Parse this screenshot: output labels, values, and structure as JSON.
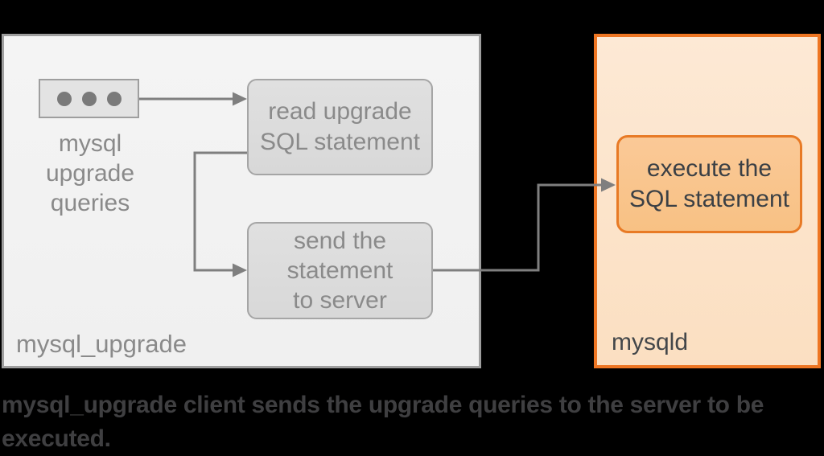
{
  "colors": {
    "background": "#000000",
    "client_container_fill": "#f2f2f2",
    "client_container_border": "#9e9e9e",
    "gray_node_fill": "#dcdcdc",
    "gray_node_border": "#a5a5a5",
    "server_container_fill": "#fce4cb",
    "accent_orange_border": "#ee7623",
    "execute_node_fill": "#f9c48d",
    "arrow_gray": "#7f7f7f",
    "text_gray": "#8a8a8a",
    "text_dark": "#3b4045",
    "caption_text": "#3f3f41"
  },
  "diagram": {
    "client": {
      "label": "mysql_upgrade",
      "queries_label": "mysql\nupgrade\nqueries",
      "read_node_label": "read upgrade\nSQL statement",
      "send_node_label": "send the\nstatement\nto server"
    },
    "server": {
      "label": "mysqld",
      "execute_node_label": "execute the\nSQL statement"
    }
  },
  "caption": "mysql_upgrade client sends the upgrade queries to the server to be\nexecuted."
}
